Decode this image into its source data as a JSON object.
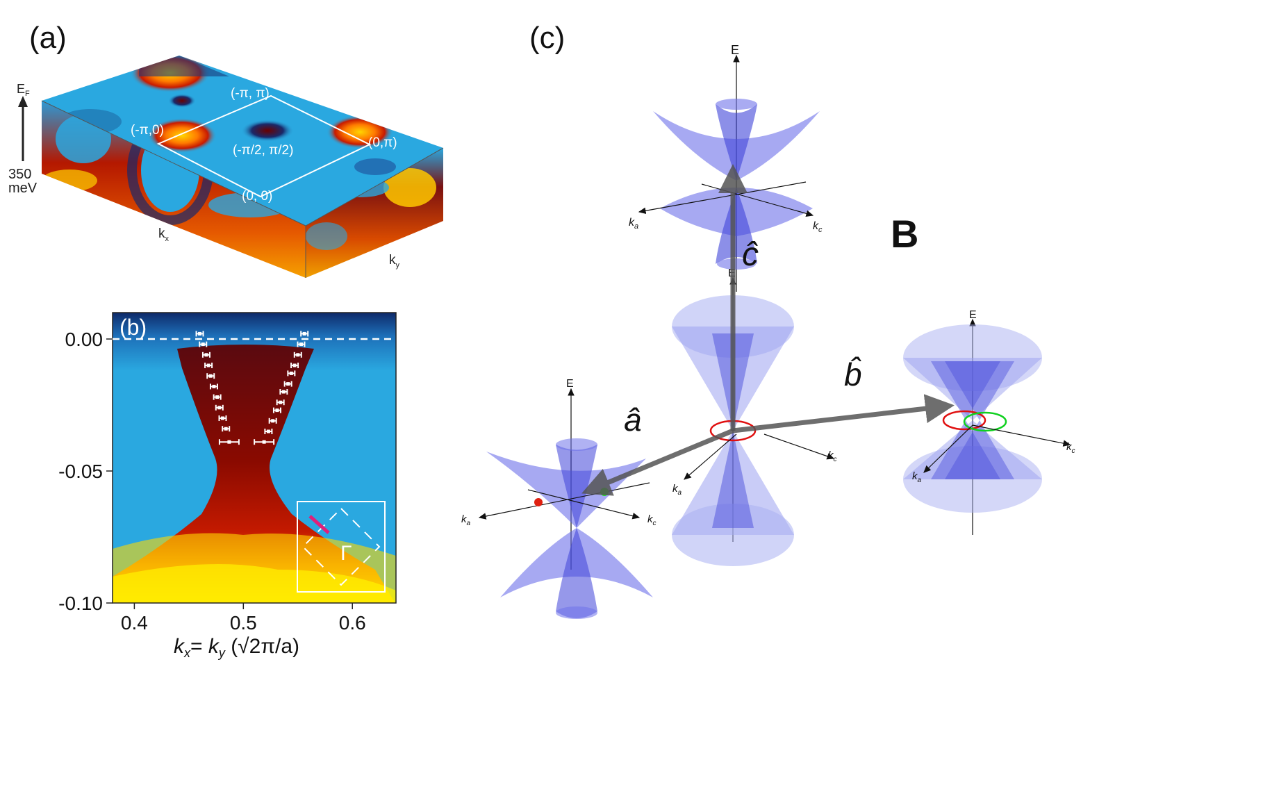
{
  "panel_a": {
    "label": "(a)",
    "ef_label": "E",
    "ef_sub": "F",
    "energy_label": "350",
    "energy_unit": "meV",
    "kx_label": "k",
    "kx_sub": "x",
    "ky_label": "k",
    "ky_sub": "y",
    "points": {
      "neg_pi_pi": "(-π, π)",
      "neg_pi_0": "(-π,0)",
      "neg_half_pi": "(-π/2, π/2)",
      "zero_pi": "(0,π)",
      "origin": "(0, 0)"
    }
  },
  "panel_b": {
    "label": "(b)",
    "x_ticks": [
      "0.4",
      "0.5",
      "0.6"
    ],
    "y_ticks": [
      "0.00",
      "-0.05",
      "-0.10"
    ],
    "x_axis_label": "kx= ky (√2π/a)",
    "inset_label": "Γ"
  },
  "panel_c": {
    "label": "(c)",
    "big_label": "B",
    "axis_E": "E",
    "axis_ka": "ka",
    "axis_kc": "kc",
    "vec_a": "â",
    "vec_b": "b̂",
    "vec_c": "ĉ"
  },
  "chart_data": {
    "type": "scatter",
    "title": "",
    "xlabel": "kx = ky (√2π/a)",
    "ylabel": "",
    "xlim": [
      0.38,
      0.64
    ],
    "ylim": [
      -0.1,
      0.01
    ],
    "series": [
      {
        "x": [
          0.46,
          0.463,
          0.466,
          0.468,
          0.47,
          0.473,
          0.476,
          0.478,
          0.481,
          0.484,
          0.487
        ],
        "y": [
          0.002,
          -0.002,
          -0.006,
          -0.01,
          -0.014,
          -0.018,
          -0.022,
          -0.026,
          -0.03,
          -0.034,
          -0.039
        ]
      },
      {
        "x": [
          0.556,
          0.553,
          0.55,
          0.547,
          0.544,
          0.541,
          0.537,
          0.534,
          0.531,
          0.527,
          0.523,
          0.519
        ],
        "y": [
          0.002,
          -0.002,
          -0.006,
          -0.01,
          -0.013,
          -0.017,
          -0.02,
          -0.024,
          -0.027,
          -0.031,
          -0.035,
          -0.039
        ]
      }
    ]
  }
}
